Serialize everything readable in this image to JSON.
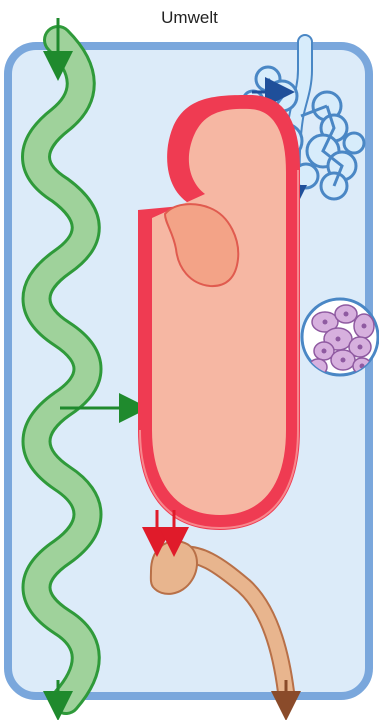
{
  "title": "Umwelt",
  "colors": {
    "environment_fill": "#dcebf9",
    "environment_border": "#7aa7dc",
    "digestive_fill": "#9fd29b",
    "digestive_stroke": "#2f9a3a",
    "heart_loop_outer": "#ef3b52",
    "heart_loop_fill": "#f6b7a3",
    "lung_fill": "#d7ecfb",
    "lung_stroke": "#4a87c5",
    "excretion_fill": "#e8b58e",
    "excretion_stroke": "#b87048",
    "cell_fill": "#d7b0de",
    "cell_stroke": "#8f5aa1",
    "arrow_green": "#1f8a2d",
    "arrow_red": "#e01b2a",
    "arrow_blue": "#1f4f9a",
    "arrow_brown": "#8a4b2a"
  },
  "icons": {
    "input_arrow": "green-down-arrow",
    "output_arrow": "brown-down-arrow",
    "transfer_arrow": "right-arrow",
    "loop_arrow": "blue-down-arrow",
    "tissue_arrows": "red-right-arrows"
  }
}
